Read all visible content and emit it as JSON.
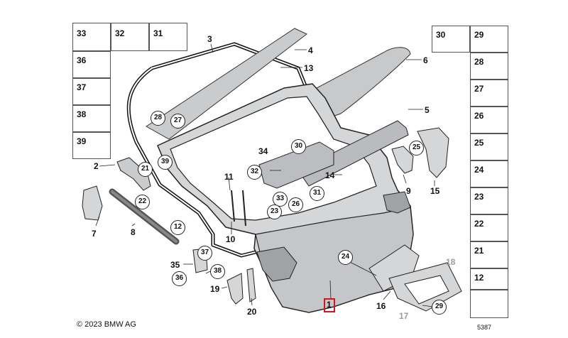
{
  "copyright": "© 2023 BMW AG",
  "doc_number": "5387",
  "left_table": {
    "top_row": [
      "33",
      "32",
      "31"
    ],
    "rows": [
      "36",
      "37",
      "38",
      "39"
    ]
  },
  "right_table": {
    "top_row": [
      "30",
      "29"
    ],
    "rows": [
      "28",
      "27",
      "26",
      "25",
      "24",
      "23",
      "22",
      "21",
      "12"
    ]
  },
  "callouts": {
    "n1": "1",
    "n2": "2",
    "n3": "3",
    "n4": "4",
    "n5": "5",
    "n6": "6",
    "n7": "7",
    "n8": "8",
    "n9": "9",
    "n10": "10",
    "n11": "11",
    "n13": "13",
    "n14": "14",
    "n15": "15",
    "n16": "16",
    "n17": "17",
    "n18": "18",
    "n19": "19",
    "n20": "20",
    "n34": "34",
    "n35": "35"
  },
  "circled": {
    "c28": "28",
    "c27": "27",
    "c39": "39",
    "c21": "21",
    "c22": "22",
    "c12": "12",
    "c30": "30",
    "c32": "32",
    "c33": "33",
    "c26": "26",
    "c31": "31",
    "c23": "23",
    "c25": "25",
    "c37": "37",
    "c36": "36",
    "c38": "38",
    "c24": "24",
    "c29": "29"
  }
}
